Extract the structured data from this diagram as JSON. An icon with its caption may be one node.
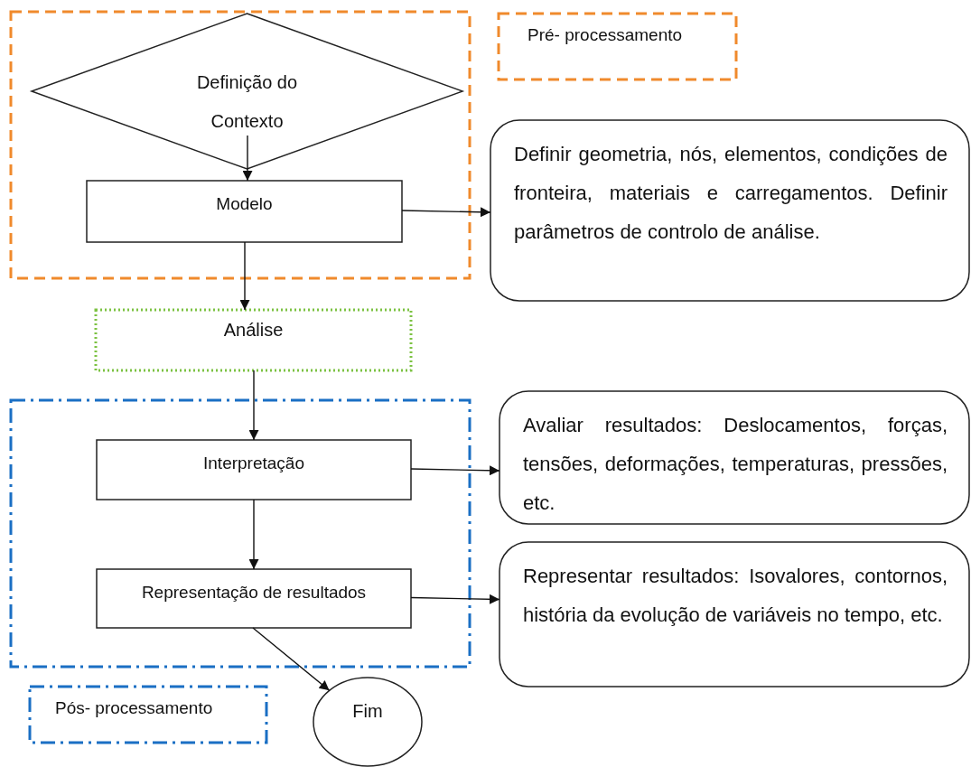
{
  "diagram": {
    "nodes": [
      {
        "text": [],
        "shape": "box"
      },
      {
        "text": [
          "Definição do Contexto"
        ],
        "in": 0
      },
      {
        "text": [
          "Modelo"
        ],
        "in": 0
      },
      {
        "text": [
          "Pré- processamento"
        ]
      },
      {
        "text": [
          "Definir geometria, nós, elementos, condições de fronteira, materiais e carregamentos. Definir parâmetros de controlo de análise."
        ]
      },
      {
        "text": [
          "Análise"
        ]
      },
      {
        "text": [],
        "shape": "box"
      },
      {
        "text": [
          "Interpretação"
        ],
        "in": 6
      },
      {
        "text": [
          "Representação de resultados"
        ],
        "in": 6
      },
      {
        "text": [
          "Avaliar resultados: Deslocamentos, forças, tensões, deformações, temperaturas, pressões, etc."
        ]
      },
      {
        "text": [
          "Representar resultados: Isovalores, contornos, história da evolução de variáveis no tempo, etc."
        ]
      },
      {
        "text": [
          "Pós- processamento"
        ]
      },
      {
        "text": [
          "Fim"
        ]
      }
    ],
    "edges": [
      {
        "from": 1,
        "to": 2,
        "arrow": "to"
      },
      {
        "from": 2,
        "to": 4,
        "arrow": "to"
      },
      {
        "from": 2,
        "to": 5,
        "arrow": "to"
      },
      {
        "from": 5,
        "to": 7,
        "arrow": "to"
      },
      {
        "from": 7,
        "to": 8,
        "arrow": "to"
      },
      {
        "from": 7,
        "to": 9,
        "arrow": "to"
      },
      {
        "from": 8,
        "to": 10,
        "arrow": "to"
      },
      {
        "from": 8,
        "to": 12,
        "arrow": "to"
      }
    ]
  }
}
